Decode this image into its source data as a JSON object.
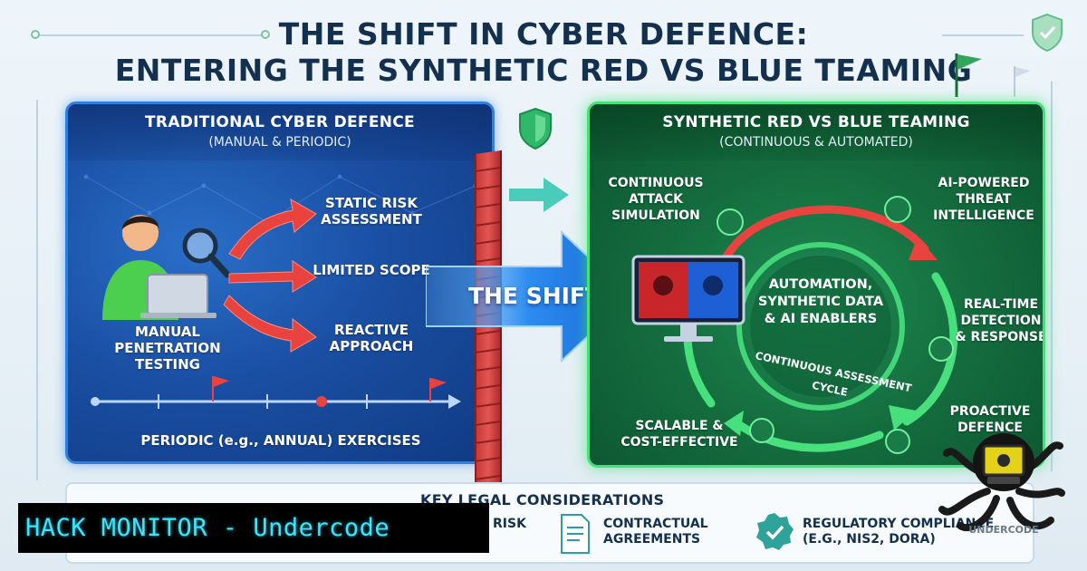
{
  "title": {
    "line1": "THE SHIFT IN CYBER DEFENCE:",
    "line2": "ENTERING THE SYNTHETIC RED VS BLUE TEAMING"
  },
  "left_panel": {
    "heading": "TRADITIONAL CYBER DEFENCE",
    "subheading": "(MANUAL & PERIODIC)",
    "person_label": [
      "MANUAL",
      "PENETRATION",
      "TESTING"
    ],
    "items": [
      [
        "STATIC RISK",
        "ASSESSMENT"
      ],
      [
        "LIMITED SCOPE"
      ],
      [
        "REACTIVE",
        "APPROACH"
      ]
    ],
    "timeline_label": "PERIODIC (e.g., ANNUAL) EXERCISES"
  },
  "shift_label": "THE SHIFT",
  "right_panel": {
    "heading": "SYNTHETIC RED VS BLUE TEAMING",
    "subheading": "(CONTINUOUS & AUTOMATED)",
    "center": [
      "AUTOMATION,",
      "SYNTHETIC DATA",
      "& AI ENABLERS"
    ],
    "cycle_label": "CONTINUOUS ASSESSMENT CYCLE",
    "nodes": {
      "attack": [
        "CONTINUOUS",
        "ATTACK",
        "SIMULATION"
      ],
      "threat": [
        "AI-POWERED",
        "THREAT",
        "INTELLIGENCE"
      ],
      "detection": [
        "REAL-TIME",
        "DETECTION",
        "& RESPONSE"
      ],
      "proactive": [
        "PROACTIVE",
        "DEFENCE"
      ],
      "scalable": [
        "SCALABLE &",
        "COST-EFFECTIVE"
      ]
    }
  },
  "legal": {
    "title": "KEY LEGAL CONSIDERATIONS",
    "items": [
      {
        "lines": [
          "RISK"
        ],
        "icon": "risk-icon"
      },
      {
        "lines": [
          "CONTRACTUAL",
          "AGREEMENTS"
        ],
        "icon": "document-icon"
      },
      {
        "lines": [
          "REGULATORY COMPLIANCE",
          "(e.g., NIS2, DORA)"
        ],
        "icon": "compliance-icon"
      }
    ]
  },
  "watermark": {
    "banner": "HACK MONITOR - Undercode",
    "logo_text": "UNDERCODE"
  },
  "colors": {
    "left_panel": "#1a4fa3",
    "right_panel": "#146c3e",
    "green_glow": "#43e07b",
    "red_arrow": "#e8433f",
    "banner_text": "#38e6ff"
  }
}
